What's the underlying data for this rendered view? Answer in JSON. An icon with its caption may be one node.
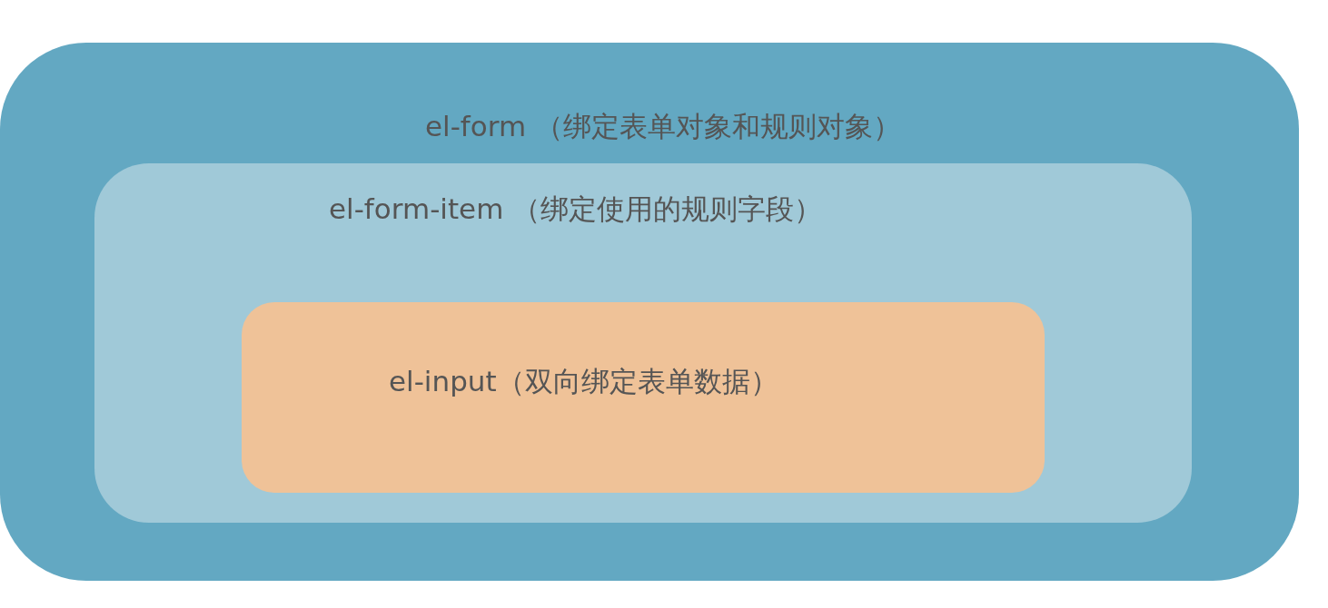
{
  "diagram": {
    "nodes": [
      {
        "text": [
          "el-form （绑定表单对象和规则对象）"
        ]
      },
      {
        "text": [
          "el-form-item （绑定使用的规则字段）"
        ],
        "in": 0
      },
      {
        "text": [
          "el-input（双向绑定表单数据）"
        ],
        "in": 1
      }
    ]
  }
}
